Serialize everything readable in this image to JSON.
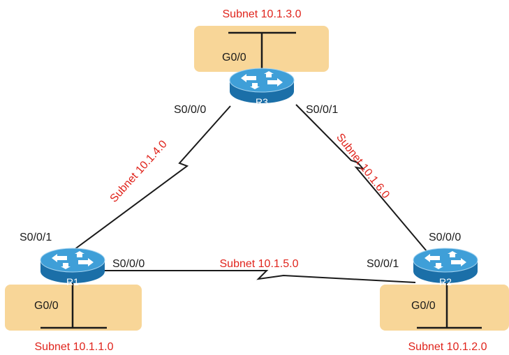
{
  "routers": {
    "r1": {
      "name": "R1"
    },
    "r2": {
      "name": "R2"
    },
    "r3": {
      "name": "R3"
    }
  },
  "interfaces": {
    "r3_lan": "G0/0",
    "r3_s000": "S0/0/0",
    "r3_s001": "S0/0/1",
    "r1_s001": "S0/0/1",
    "r1_s000": "S0/0/0",
    "r1_lan": "G0/0",
    "r2_s000": "S0/0/0",
    "r2_s001": "S0/0/1",
    "r2_lan": "G0/0"
  },
  "subnets": {
    "r3_lan": "Subnet 10.1.3.0",
    "r1_r3": "Subnet 10.1.4.0",
    "r2_r3": "Subnet 10.1.6.0",
    "r1_r2": "Subnet 10.1.5.0",
    "r1_lan": "Subnet 10.1.1.0",
    "r2_lan": "Subnet 10.1.2.0"
  },
  "colors": {
    "router_body": "#1b6fa8",
    "router_top": "#3f9fd8",
    "lan_box": "#f8d698",
    "subnet_text": "#e0241c"
  }
}
